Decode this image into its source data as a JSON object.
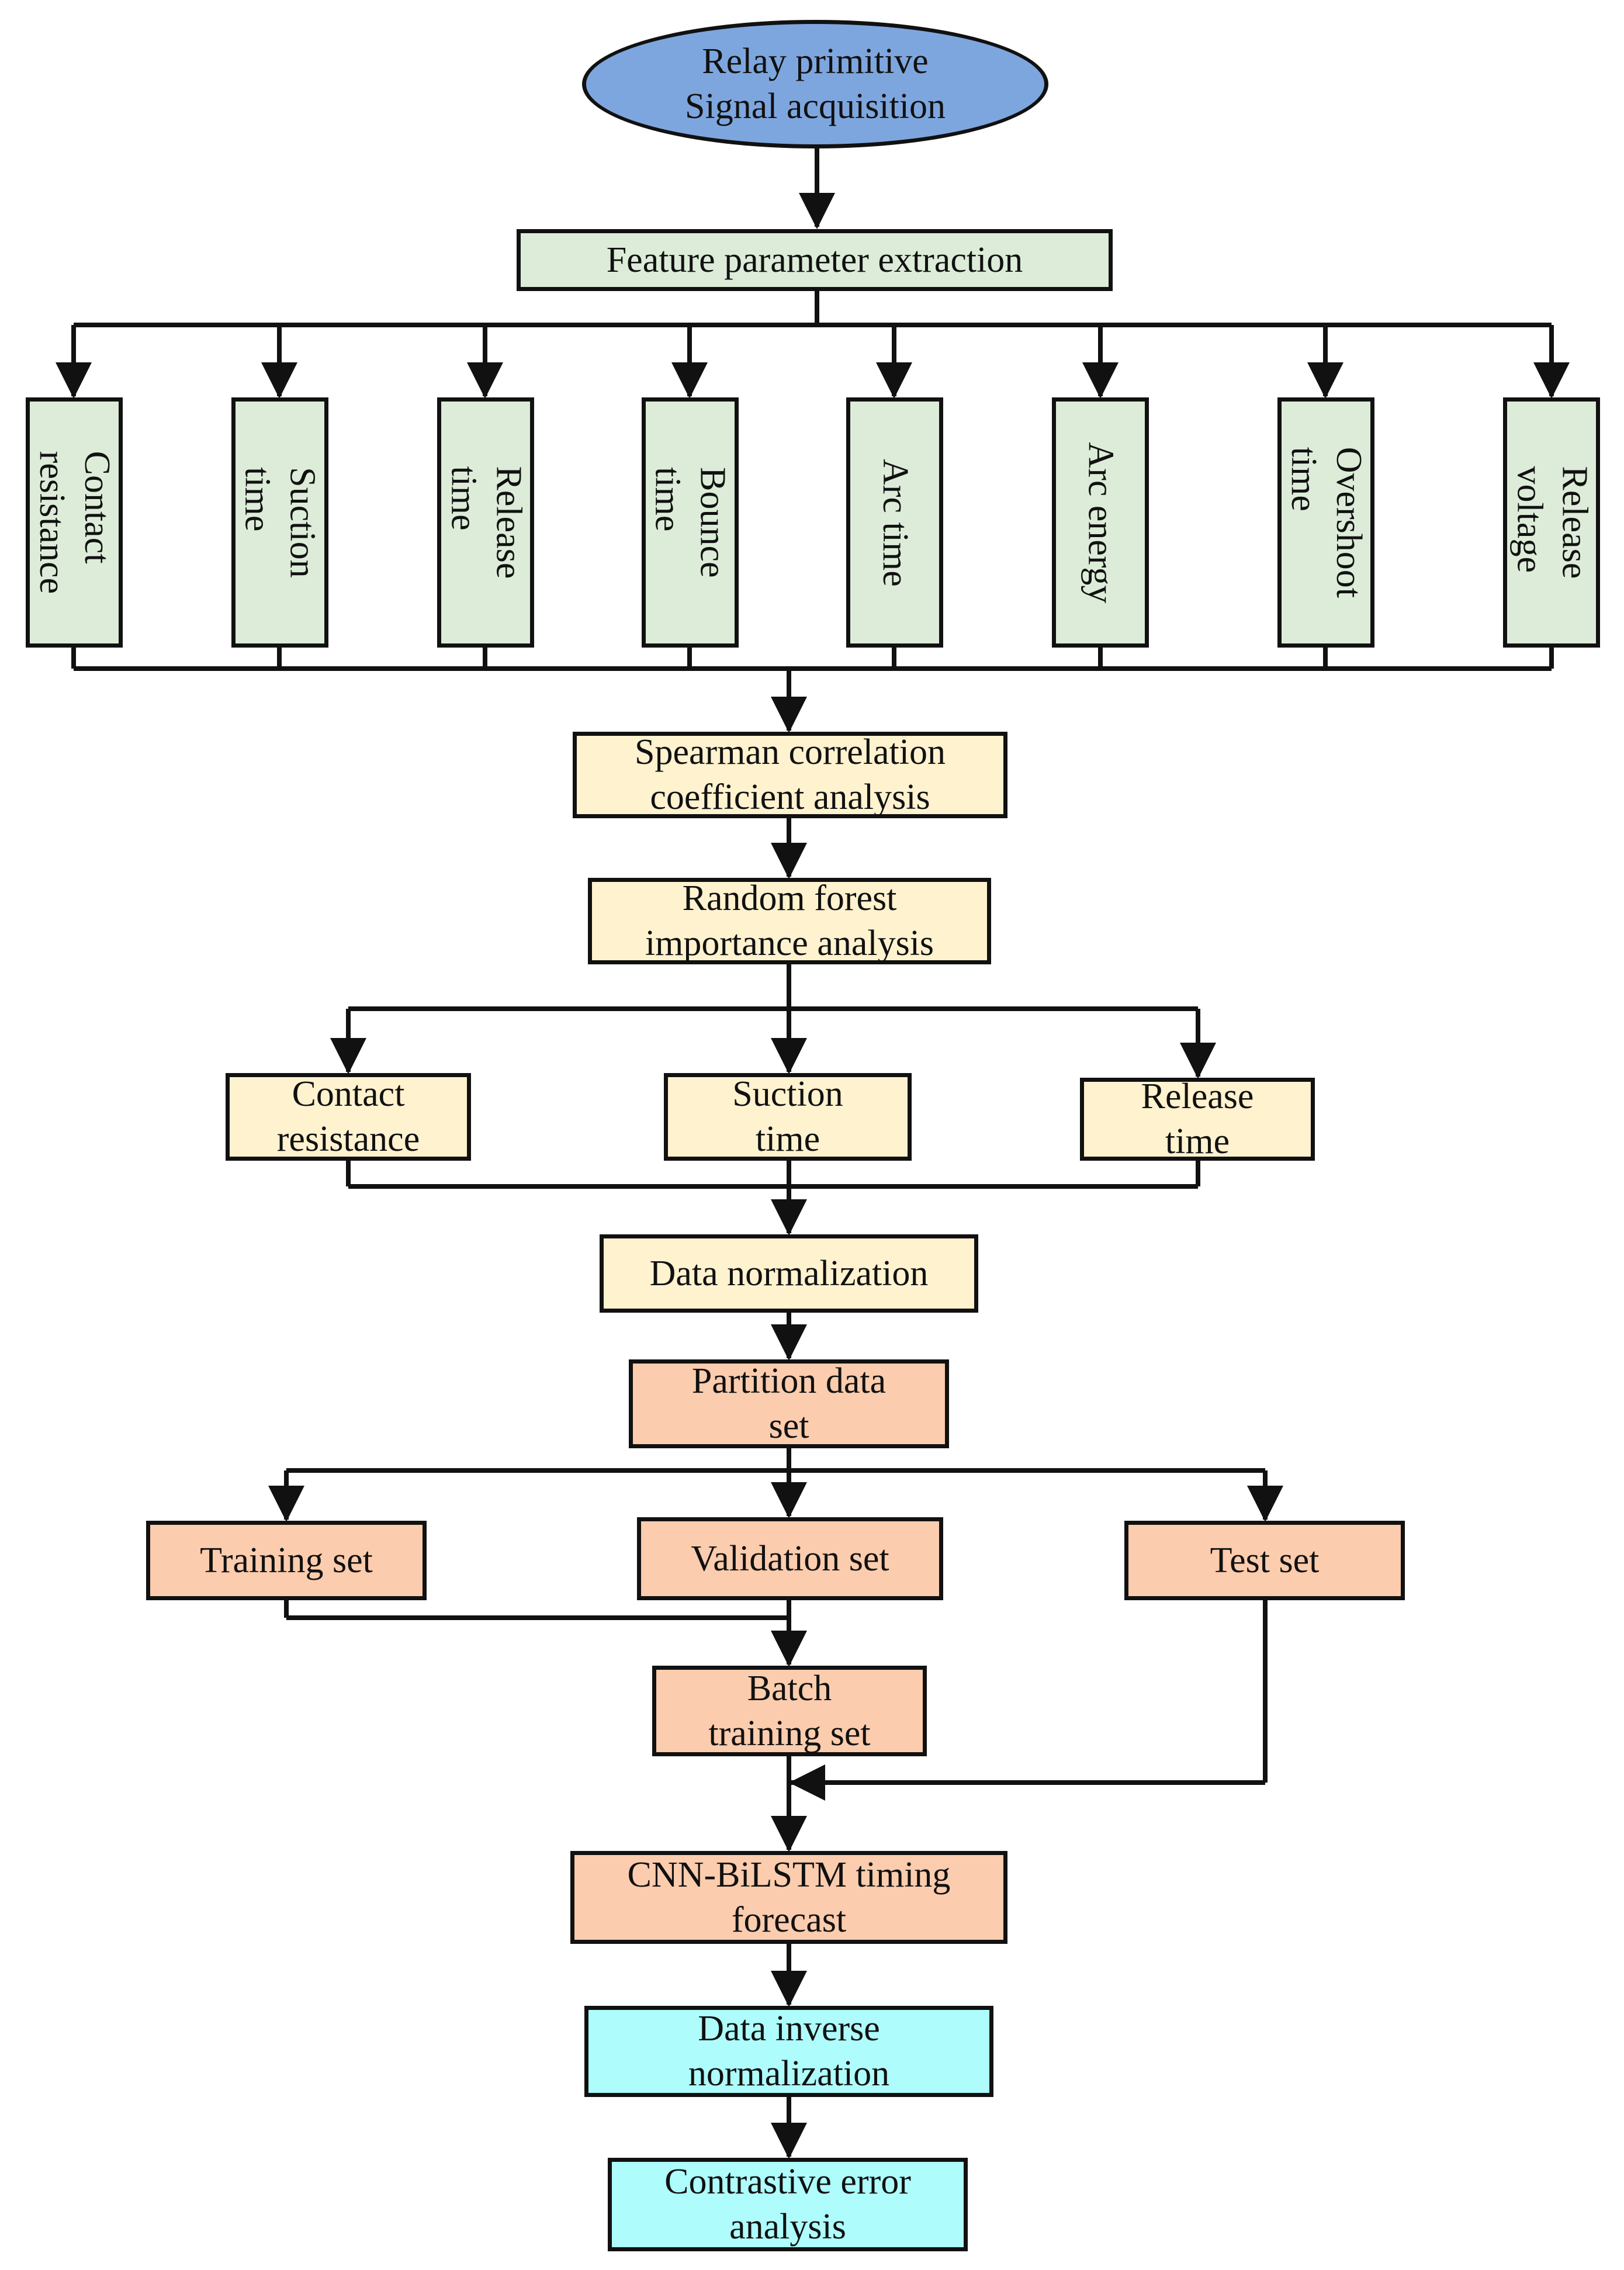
{
  "start": {
    "label": "Relay primitive\nSignal acquisition"
  },
  "feature_extraction": {
    "label": "Feature parameter extraction"
  },
  "features": [
    {
      "label": "Contact\nresistance"
    },
    {
      "label": "Suction\ntime"
    },
    {
      "label": "Release\ntime"
    },
    {
      "label": "Bounce\ntime"
    },
    {
      "label": "Arc time"
    },
    {
      "label": "Arc energy"
    },
    {
      "label": "Overshoot\ntime"
    },
    {
      "label": "Release\nvoltage"
    }
  ],
  "spearman": {
    "label": "Spearman correlation\ncoefficient analysis"
  },
  "random_forest": {
    "label": "Random forest\nimportance analysis"
  },
  "selected_features": [
    {
      "label": "Contact\nresistance"
    },
    {
      "label": "Suction\ntime"
    },
    {
      "label": "Release\ntime"
    }
  ],
  "normalization": {
    "label": "Data normalization"
  },
  "partition": {
    "label": "Partition data\nset"
  },
  "sets": [
    {
      "label": "Training set"
    },
    {
      "label": "Validation set"
    },
    {
      "label": "Test set"
    }
  ],
  "batch": {
    "label": "Batch\ntraining set"
  },
  "model": {
    "label": "CNN-BiLSTM timing\nforecast"
  },
  "inverse": {
    "label": "Data inverse\nnormalization"
  },
  "error": {
    "label": "Contrastive error\nanalysis"
  },
  "colors": {
    "oval": "#7ea6de",
    "feature_stage": "#dcecd8",
    "selection_stage": "#fff2cf",
    "training_stage": "#fbccad",
    "output_stage": "#aefcfc",
    "stroke": "#111111"
  }
}
